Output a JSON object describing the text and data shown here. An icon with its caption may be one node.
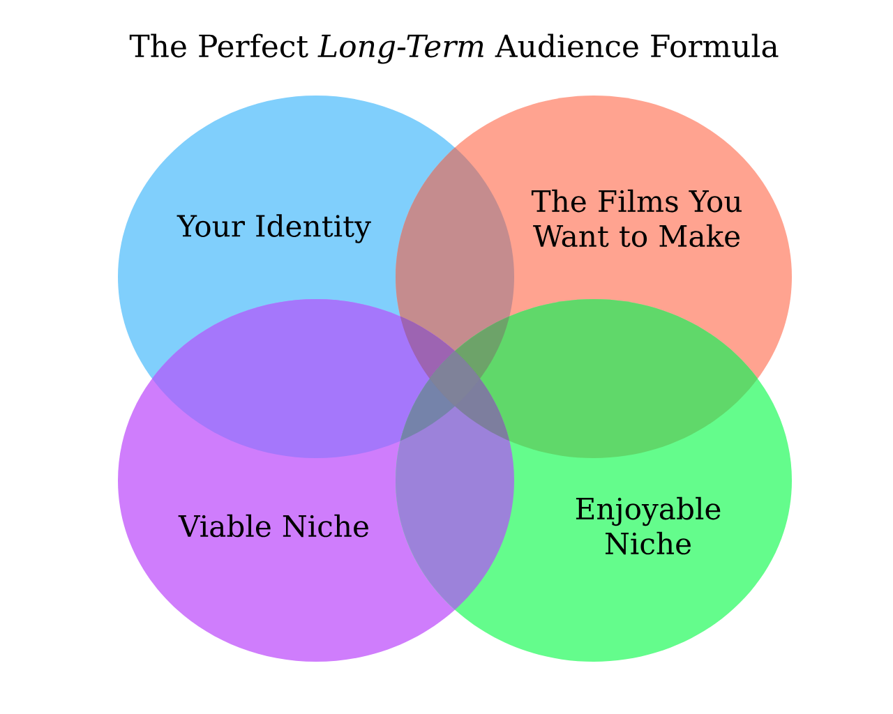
{
  "diagram": {
    "title": "The Perfect *Long-Term* Audience Formula",
    "nodes": [
      {
        "text": [
          "Your Identity"
        ]
      },
      {
        "text": [
          "The Films You Want to Make"
        ]
      },
      {
        "text": [
          "Viable Niche"
        ]
      },
      {
        "text": [
          "Enjoyable Niche"
        ]
      }
    ],
    "edges": []
  }
}
